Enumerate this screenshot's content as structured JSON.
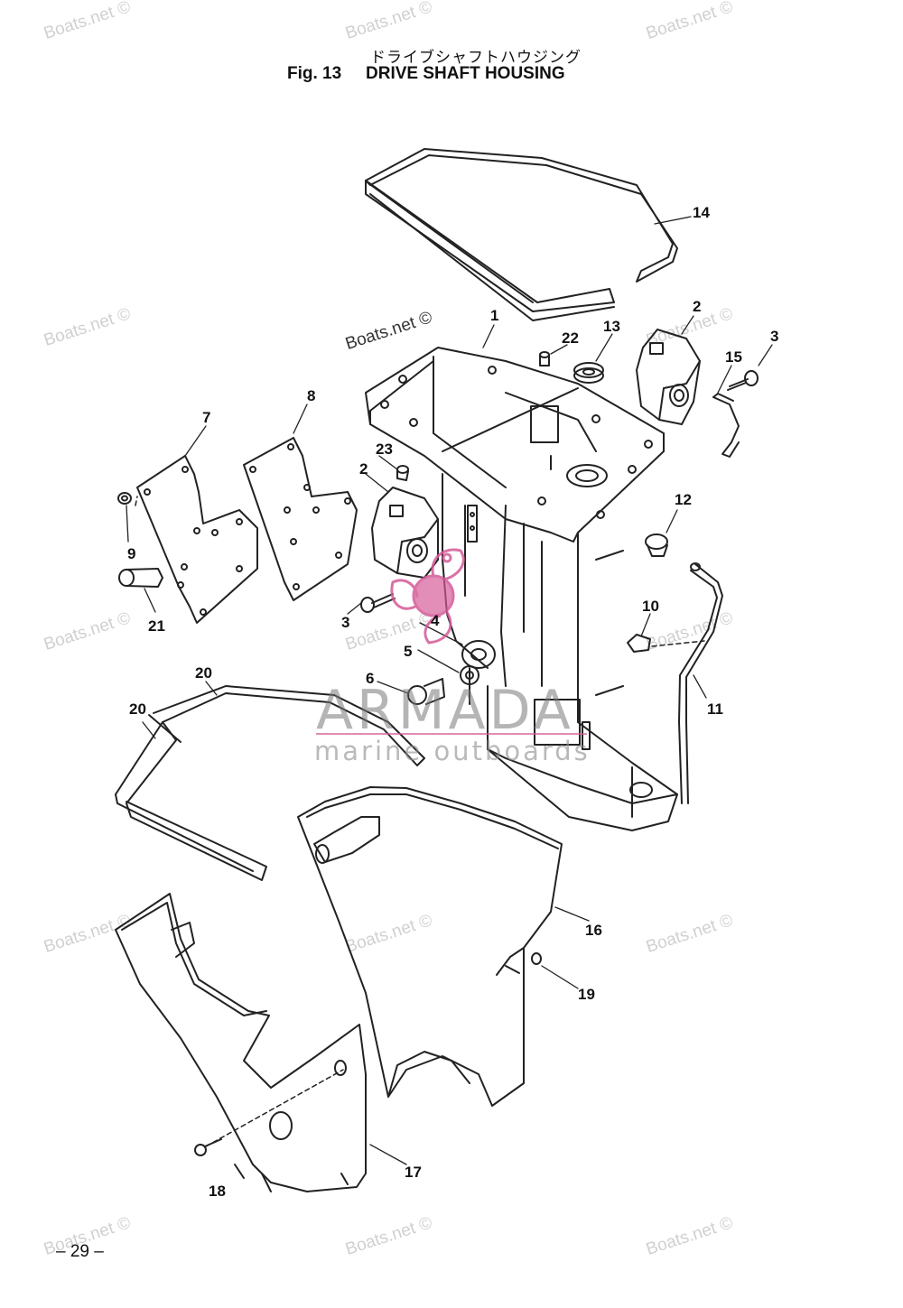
{
  "header": {
    "title_jp": "ドライブシャフトハウジング",
    "fig_label": "Fig. 13",
    "title": "DRIVE SHAFT HOUSING"
  },
  "watermark": {
    "text": "Boats.net ©"
  },
  "logo": {
    "brand": "ARMADA",
    "tagline": "marine outboards",
    "accent_color": "#d45a97"
  },
  "callouts": [
    "1",
    "2",
    "2",
    "3",
    "3",
    "4",
    "5",
    "6",
    "7",
    "8",
    "9",
    "10",
    "11",
    "12",
    "13",
    "14",
    "15",
    "16",
    "17",
    "18",
    "19",
    "20",
    "20",
    "21",
    "22",
    "23"
  ],
  "footer": {
    "page_number": "– 29 –"
  }
}
